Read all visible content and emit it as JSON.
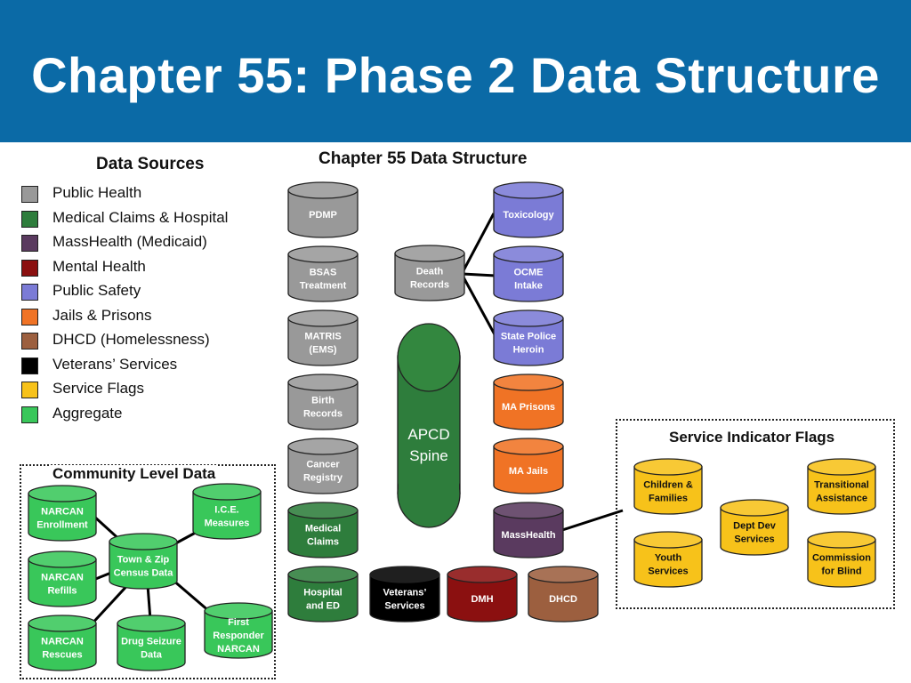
{
  "header": {
    "title": "Chapter 55: Phase 2 Data Structure"
  },
  "legend": {
    "title": "Data Sources",
    "items": [
      {
        "label": "Public Health",
        "color": "#999999"
      },
      {
        "label": "Medical Claims & Hospital",
        "color": "#2e7d3c"
      },
      {
        "label": "MassHealth (Medicaid)",
        "color": "#5a3a5f"
      },
      {
        "label": "Mental Health",
        "color": "#8b1010"
      },
      {
        "label": "Public Safety",
        "color": "#7b7bd6"
      },
      {
        "label": "Jails & Prisons",
        "color": "#f07325"
      },
      {
        "label": "DHCD (Homelessness)",
        "color": "#9c5f3f"
      },
      {
        "label": "Veterans’ Services",
        "color": "#000000"
      },
      {
        "label": "Service Flags",
        "color": "#f7c21a"
      },
      {
        "label": "Aggregate",
        "color": "#39c75a"
      }
    ]
  },
  "structure": {
    "title": "Chapter 55 Data Structure",
    "spine": {
      "label_line1": "APCD",
      "label_line2": "Spine"
    },
    "left_column": [
      {
        "lines": [
          "PDMP"
        ],
        "color": "#999999"
      },
      {
        "lines": [
          "BSAS",
          "Treatment"
        ],
        "color": "#999999"
      },
      {
        "lines": [
          "MATRIS",
          "(EMS)"
        ],
        "color": "#999999"
      },
      {
        "lines": [
          "Birth",
          "Records"
        ],
        "color": "#999999"
      },
      {
        "lines": [
          "Cancer",
          "Registry"
        ],
        "color": "#999999"
      },
      {
        "lines": [
          "Medical",
          "Claims"
        ],
        "color": "#2e7d3c"
      },
      {
        "lines": [
          "Hospital",
          "and ED"
        ],
        "color": "#2e7d3c"
      }
    ],
    "death_records": {
      "lines": [
        "Death",
        "Records"
      ],
      "color": "#999999"
    },
    "right_column": [
      {
        "lines": [
          "Toxicology"
        ],
        "color": "#7b7bd6"
      },
      {
        "lines": [
          "OCME",
          "Intake"
        ],
        "color": "#7b7bd6"
      },
      {
        "lines": [
          "State Police",
          "Heroin"
        ],
        "color": "#7b7bd6"
      },
      {
        "lines": [
          "MA Prisons"
        ],
        "color": "#f07325"
      },
      {
        "lines": [
          "MA Jails"
        ],
        "color": "#f07325"
      },
      {
        "lines": [
          "MassHealth"
        ],
        "color": "#5a3a5f"
      }
    ],
    "bottom_row": [
      {
        "lines": [
          "Veterans’",
          "Services"
        ],
        "color": "#000000"
      },
      {
        "lines": [
          "DMH"
        ],
        "color": "#8b1010"
      },
      {
        "lines": [
          "DHCD"
        ],
        "color": "#9c5f3f"
      }
    ]
  },
  "community": {
    "title": "Community Level Data",
    "items": [
      {
        "lines": [
          "NARCAN",
          "Enrollment"
        ]
      },
      {
        "lines": [
          "I.C.E.",
          "Measures"
        ]
      },
      {
        "lines": [
          "Town & Zip",
          "Census Data"
        ]
      },
      {
        "lines": [
          "NARCAN",
          "Refills"
        ]
      },
      {
        "lines": [
          "NARCAN",
          "Rescues"
        ]
      },
      {
        "lines": [
          "Drug Seizure",
          "Data"
        ]
      },
      {
        "lines": [
          "First",
          "Responder",
          "NARCAN"
        ]
      }
    ]
  },
  "service_flags": {
    "title": "Service Indicator Flags",
    "items": [
      {
        "lines": [
          "Children &",
          "Families"
        ]
      },
      {
        "lines": [
          "Transitional",
          "Assistance"
        ]
      },
      {
        "lines": [
          "Dept Dev",
          "Services"
        ]
      },
      {
        "lines": [
          "Youth",
          "Services"
        ]
      },
      {
        "lines": [
          "Commission",
          "for Blind"
        ]
      }
    ]
  }
}
